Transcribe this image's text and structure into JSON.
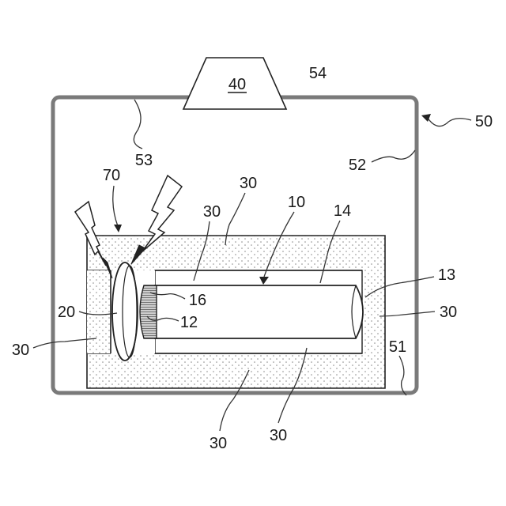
{
  "labels": {
    "l40": "40",
    "l54": "54",
    "l50": "50",
    "l53": "53",
    "l52": "52",
    "l70": "70",
    "l30_top": "30",
    "l30_inner": "30",
    "l10": "10",
    "l14": "14",
    "l13": "13",
    "l16": "16",
    "l20": "20",
    "l12": "12",
    "l30_right": "30",
    "l30_left": "30",
    "l51": "51",
    "l30_bottom_left": "30",
    "l30_bottom_right": "30"
  },
  "colors": {
    "housing_border": "#7a7a7a",
    "stroke": "#222222",
    "dots": "#9a9a9a",
    "fill": "#ffffff"
  }
}
